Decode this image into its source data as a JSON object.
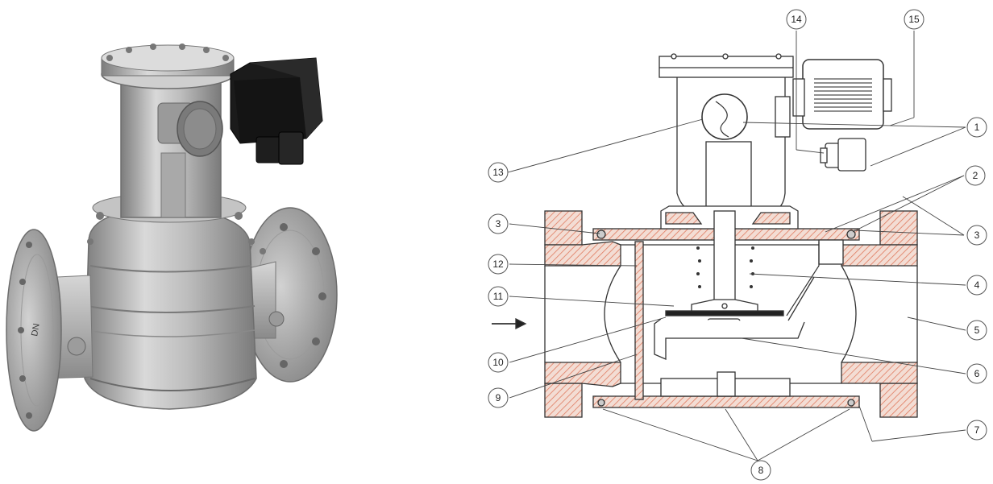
{
  "photo": {
    "body_marking": "DN"
  },
  "cross_section": {
    "callouts": [
      "1",
      "2",
      "3",
      "3",
      "4",
      "5",
      "6",
      "7",
      "8",
      "9",
      "10",
      "11",
      "12",
      "13",
      "14",
      "15"
    ],
    "flow_direction": "left-to-right"
  },
  "colors": {
    "metal_light": "#c9c9c9",
    "metal_dark": "#8e8e8e",
    "coil_black": "#1b1b1b",
    "hatch": "#e07a5f",
    "line": "#333333"
  }
}
